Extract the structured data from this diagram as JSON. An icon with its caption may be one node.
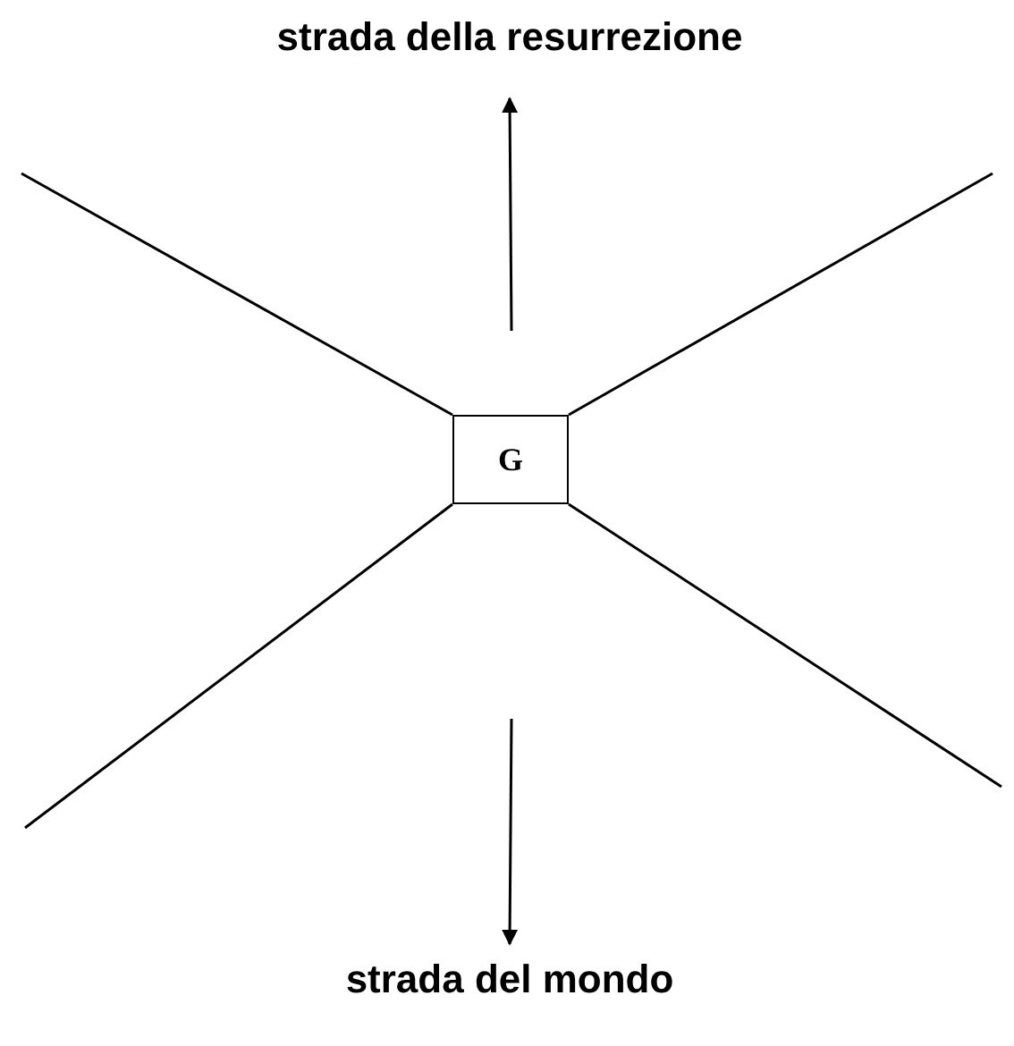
{
  "diagram": {
    "nodes": [
      {
        "text": [
          "strada della resurrezione"
        ]
      },
      {
        "text": [
          "G"
        ]
      },
      {
        "text": [
          "strada del mondo"
        ]
      }
    ],
    "edges": [
      {
        "from": null,
        "to": 0,
        "arrow": "to"
      },
      {
        "from": null,
        "to": 2,
        "arrow": "to"
      },
      {
        "from": 1,
        "to": null,
        "arrow": "none"
      },
      {
        "from": 1,
        "to": null,
        "arrow": "none"
      },
      {
        "from": 1,
        "to": null,
        "arrow": "none"
      },
      {
        "from": 1,
        "to": null,
        "arrow": "none"
      }
    ]
  }
}
